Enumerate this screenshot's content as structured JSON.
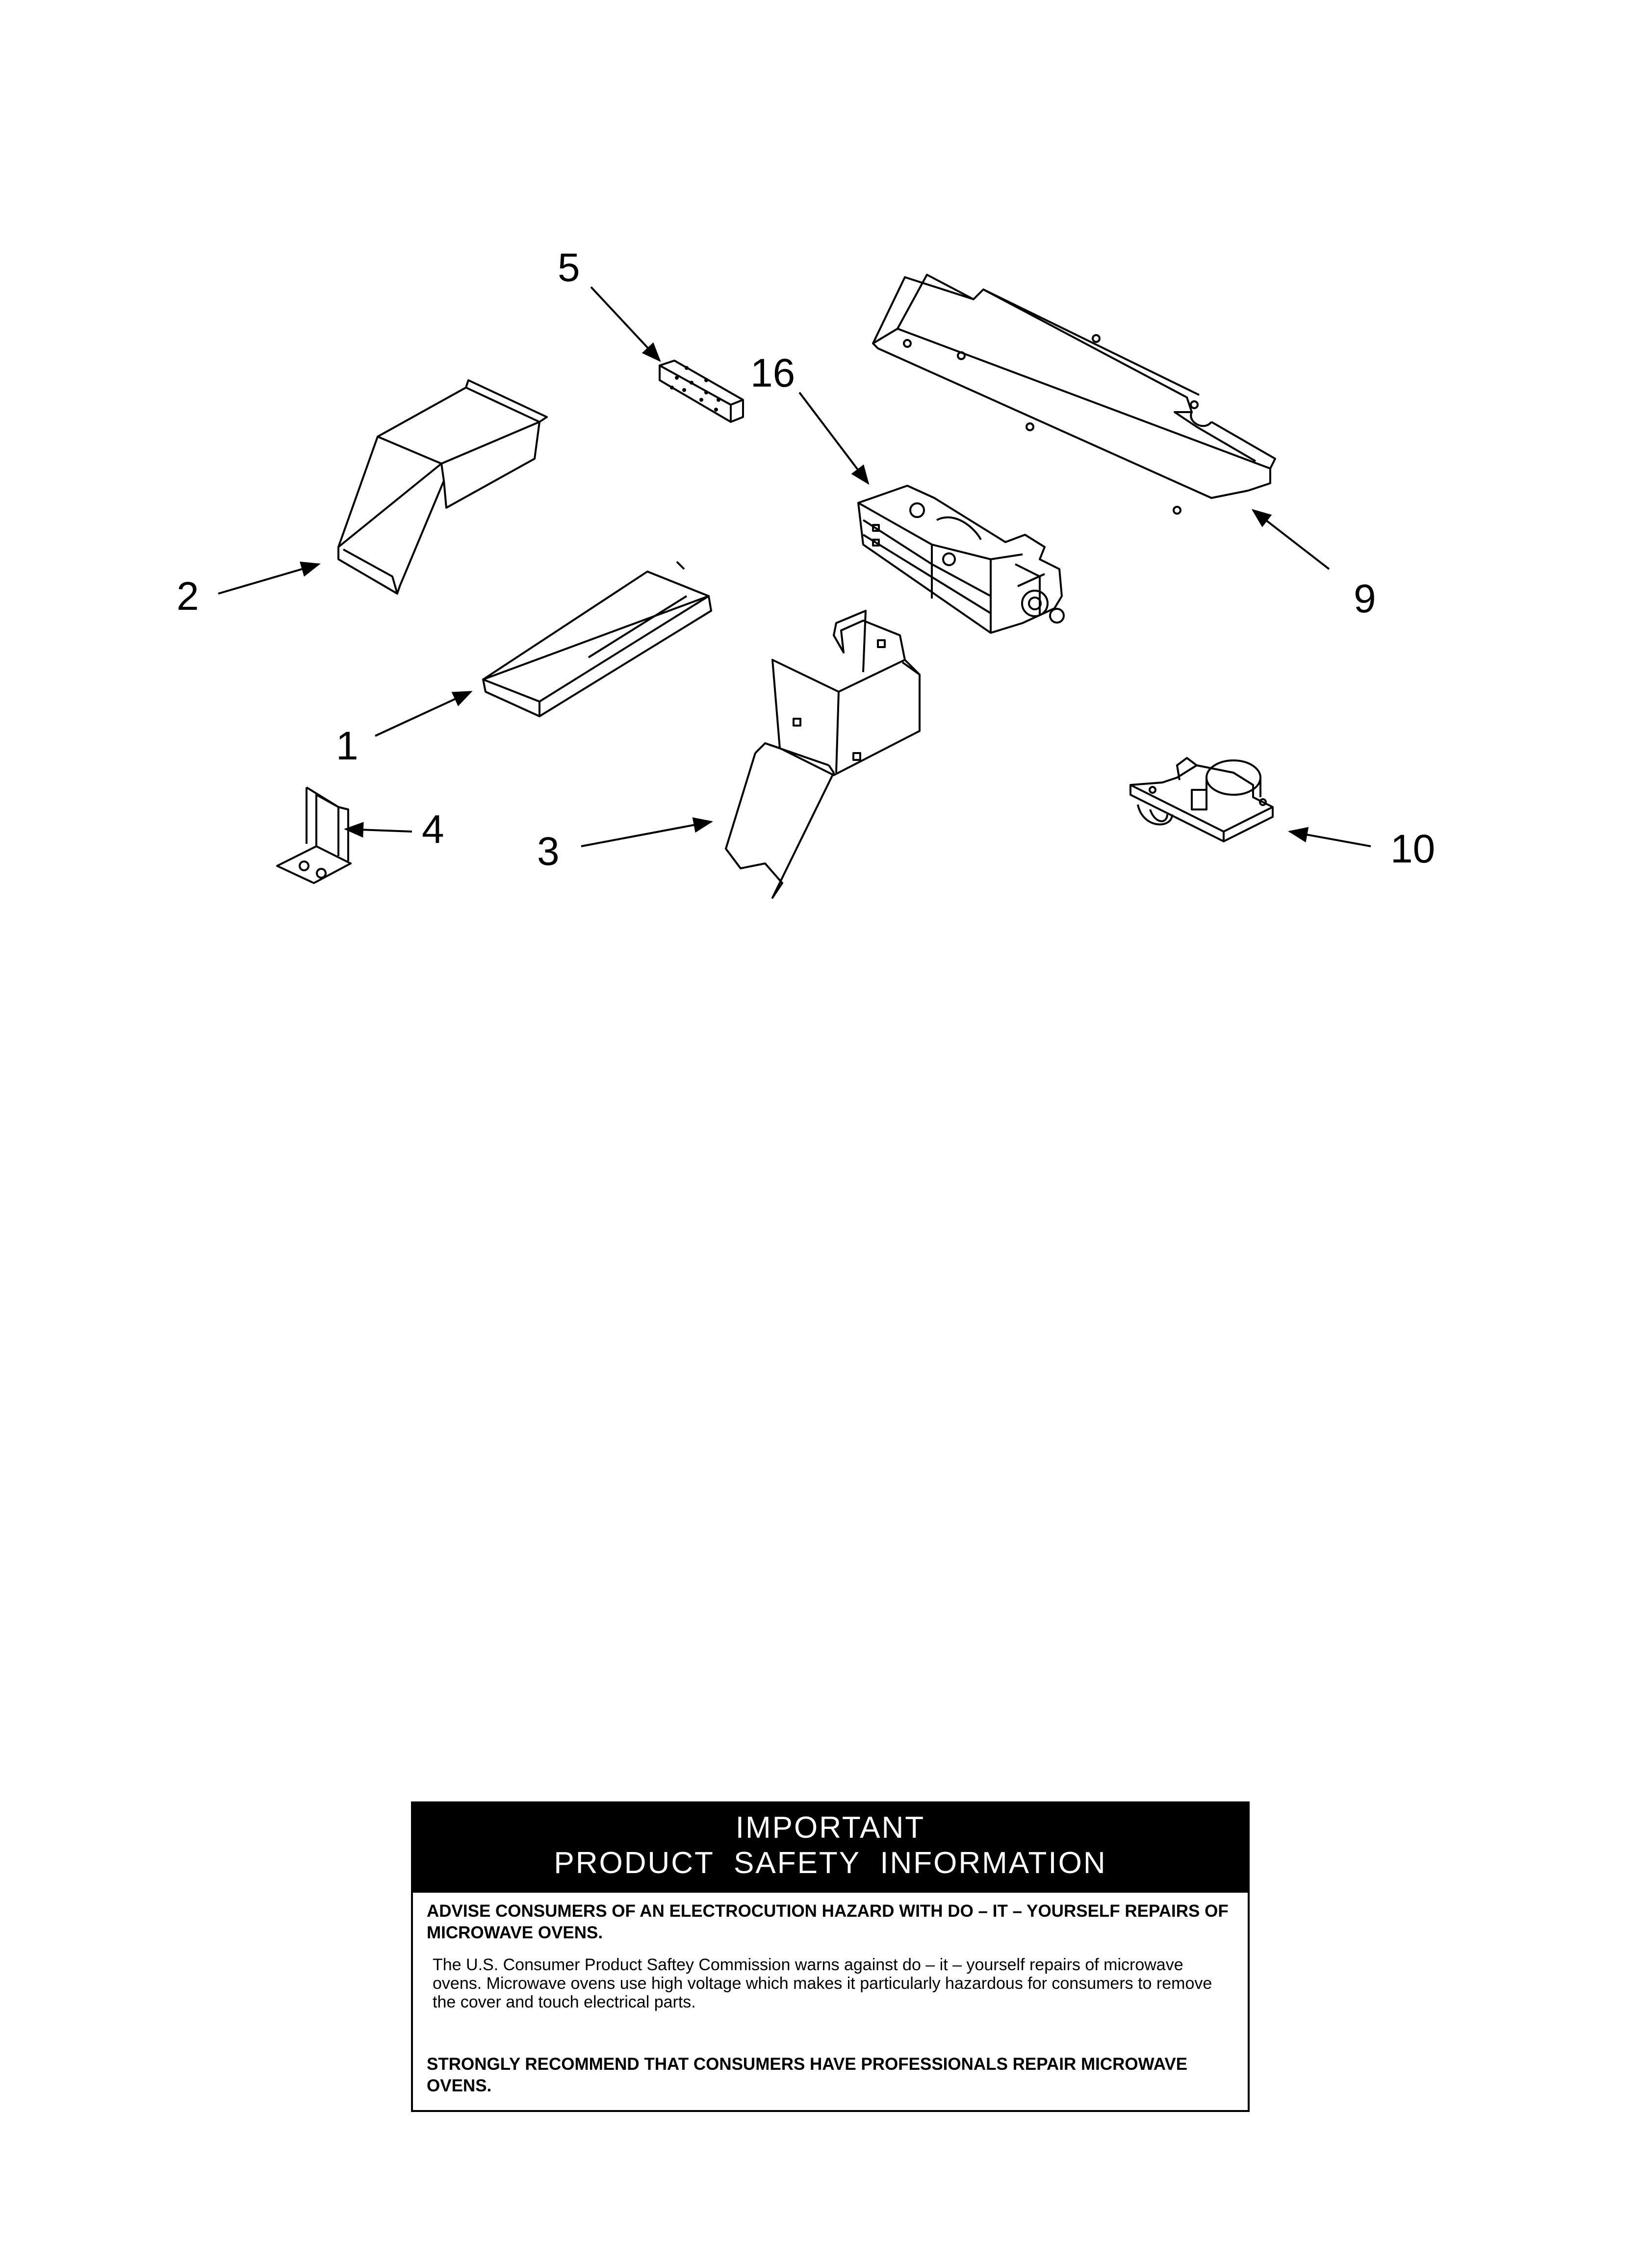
{
  "callouts": {
    "c1": "1",
    "c2": "2",
    "c3": "3",
    "c4": "4",
    "c5": "5",
    "c9": "9",
    "c10": "10",
    "c16": "16"
  },
  "safety": {
    "title_line1": "IMPORTANT",
    "title_line2": "PRODUCT  SAFETY  INFORMATION",
    "warning": "ADVISE CONSUMERS OF AN ELECTROCUTION HAZARD WITH DO – IT – YOURSELF REPAIRS OF MICROWAVE OVENS.",
    "body": "The U.S. Consumer Product Saftey Commission warns against do – it – yourself repairs of microwave ovens. Microwave ovens use high voltage which makes it particularly hazardous for consumers to remove the cover and touch electrical parts.",
    "recommendation": "STRONGLY RECOMMEND THAT CONSUMERS HAVE PROFESSIONALS  REPAIR MICROWAVE  OVENS."
  }
}
